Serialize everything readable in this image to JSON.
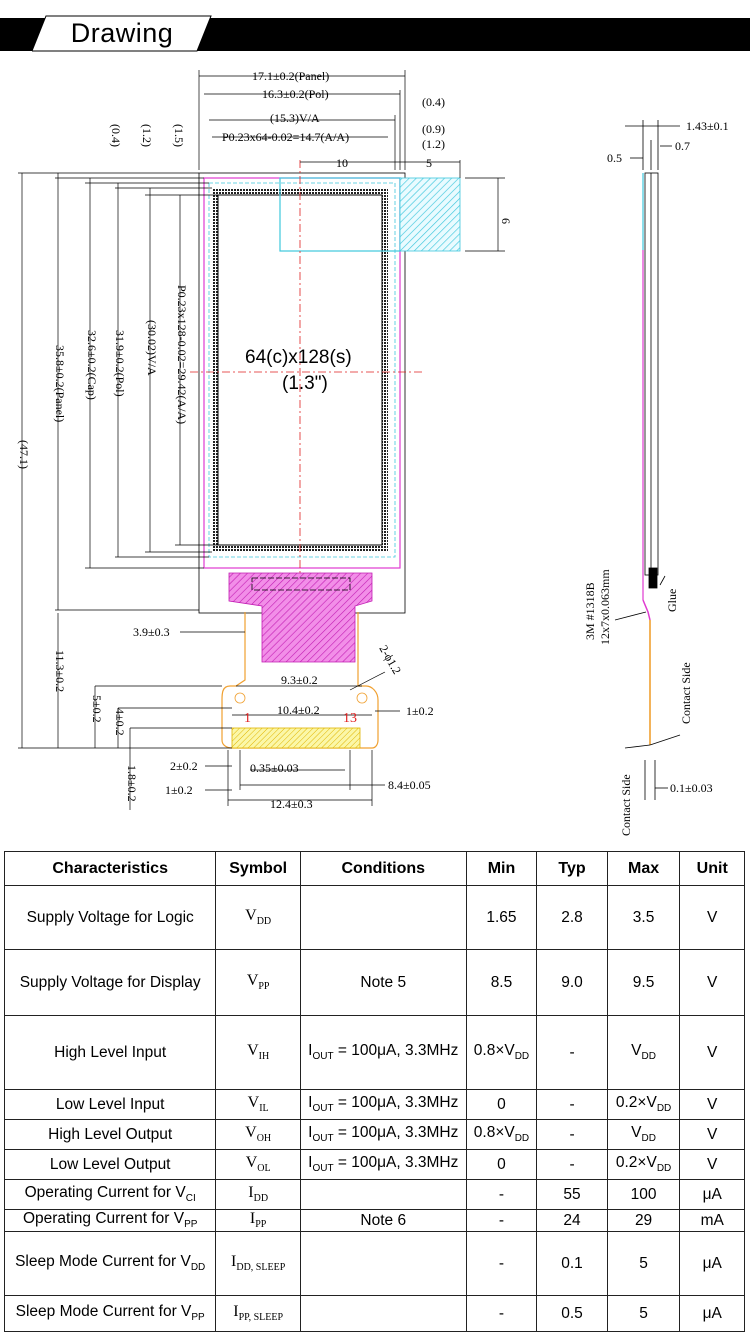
{
  "header": {
    "title": "Drawing"
  },
  "drawing": {
    "dims": {
      "panel_w": "17.1±0.2(Panel)",
      "pol_w": "16.3±0.2(Pol)",
      "va_w": "(15.3)V/A",
      "aa_w": "P0.23x64-0.02=14.7(A/A)",
      "d04": "(0.4)",
      "d09": "(0.9)",
      "d12": "(1.2)",
      "d10": "10",
      "d5": "5",
      "d6": "6",
      "left04": "(0.4)",
      "left12": "(1.2)",
      "left15": "(1.5)",
      "aa_h": "P0.23x128-0.02=29.42(A/A)",
      "va_h": "(30.02)V/A",
      "pol_h": "31.9±0.2(Pol)",
      "cap_h": "32.6±0.2(Cap)",
      "panel_h": "35.8±0.2(Panel)",
      "total_h": "(47.1)",
      "d39": "3.9±0.3",
      "d113": "11.3±0.2",
      "d93": "9.3±0.2",
      "d27": "2-ϕ1.2",
      "d104": "10.4±0.2",
      "d1r": "1±0.2",
      "d5l": "5±0.2",
      "d4": "4±0.2",
      "d18": "1.8±0.2",
      "d2": "2±0.2",
      "d035": "0.35±0.03",
      "d84": "8.4±0.05",
      "d1b": "1±0.2",
      "d124": "12.4±0.3",
      "res": "64(c)x128(s)",
      "size": "(1.3\")",
      "pin1": "1",
      "pin13": "13",
      "s143": "1.43±0.1",
      "s07": "0.7",
      "s05": "0.5",
      "tape": "3M #1318B",
      "tape_size": "12x7x0.063mm",
      "glue": "Glue",
      "contact_r": "Contact Side",
      "contact_l": "Contact Side",
      "s01": "0.1±0.03"
    }
  },
  "table": {
    "headers": [
      "Characteristics",
      "Symbol",
      "Conditions",
      "Min",
      "Typ",
      "Max",
      "Unit"
    ],
    "rows": [
      {
        "char": "Supply Voltage for Logic",
        "sym": "V",
        "sym_sub": "DD",
        "cond": "",
        "cond_sub": "",
        "cond_tail": "",
        "min": "1.65",
        "min_sub": "",
        "typ": "2.8",
        "max": "3.5",
        "max_sub": "",
        "unit": "V"
      },
      {
        "char": "Supply Voltage for Display",
        "sym": "V",
        "sym_sub": "PP",
        "cond": "Note 5",
        "cond_sub": "",
        "cond_tail": "",
        "min": "8.5",
        "min_sub": "",
        "typ": "9.0",
        "max": "9.5",
        "max_sub": "",
        "unit": "V"
      },
      {
        "char": "High Level Input",
        "sym": "V",
        "sym_sub": "IH",
        "cond": "I",
        "cond_sub": "OUT",
        "cond_tail": " = 100μA, 3.3MHz",
        "min": "0.8×V",
        "min_sub": "DD",
        "typ": "-",
        "max": "V",
        "max_sub": "DD",
        "unit": "V"
      },
      {
        "char": "Low Level Input",
        "sym": "V",
        "sym_sub": "IL",
        "cond": "I",
        "cond_sub": "OUT",
        "cond_tail": " = 100μA, 3.3MHz",
        "min": "0",
        "min_sub": "",
        "typ": "-",
        "max": "0.2×V",
        "max_sub": "DD",
        "unit": "V"
      },
      {
        "char": "High Level Output",
        "sym": "V",
        "sym_sub": "OH",
        "cond": "I",
        "cond_sub": "OUT",
        "cond_tail": " = 100μA, 3.3MHz",
        "min": "0.8×V",
        "min_sub": "DD",
        "typ": "-",
        "max": "V",
        "max_sub": "DD",
        "unit": "V"
      },
      {
        "char": "Low Level Output",
        "sym": "V",
        "sym_sub": "OL",
        "cond": "I",
        "cond_sub": "OUT",
        "cond_tail": " = 100μA, 3.3MHz",
        "min": "0",
        "min_sub": "",
        "typ": "-",
        "max": "0.2×V",
        "max_sub": "DD",
        "unit": "V"
      },
      {
        "char": "Operating Current for V",
        "char_sub": "CI",
        "sym": "I",
        "sym_sub": "DD",
        "cond": "",
        "cond_sub": "",
        "cond_tail": "",
        "min": "-",
        "min_sub": "",
        "typ": "55",
        "max": "100",
        "max_sub": "",
        "unit": "μA"
      },
      {
        "char": "Operating Current for V",
        "char_sub": "PP",
        "sym": "I",
        "sym_sub": "PP",
        "cond": "Note 6",
        "cond_sub": "",
        "cond_tail": "",
        "min": "-",
        "min_sub": "",
        "typ": "24",
        "max": "29",
        "max_sub": "",
        "unit": "mA"
      },
      {
        "char": "Sleep Mode Current for V",
        "char_sub": "DD",
        "sym": "I",
        "sym_sub": "DD, SLEEP",
        "cond": "",
        "cond_sub": "",
        "cond_tail": "",
        "min": "-",
        "min_sub": "",
        "typ": "0.1",
        "max": "5",
        "max_sub": "",
        "unit": "μA"
      },
      {
        "char": "Sleep Mode Current for V",
        "char_sub": "PP",
        "sym": "I",
        "sym_sub": "PP, SLEEP",
        "cond": "",
        "cond_sub": "",
        "cond_tail": "",
        "min": "-",
        "min_sub": "",
        "typ": "0.5",
        "max": "5",
        "max_sub": "",
        "unit": "μA"
      }
    ]
  }
}
